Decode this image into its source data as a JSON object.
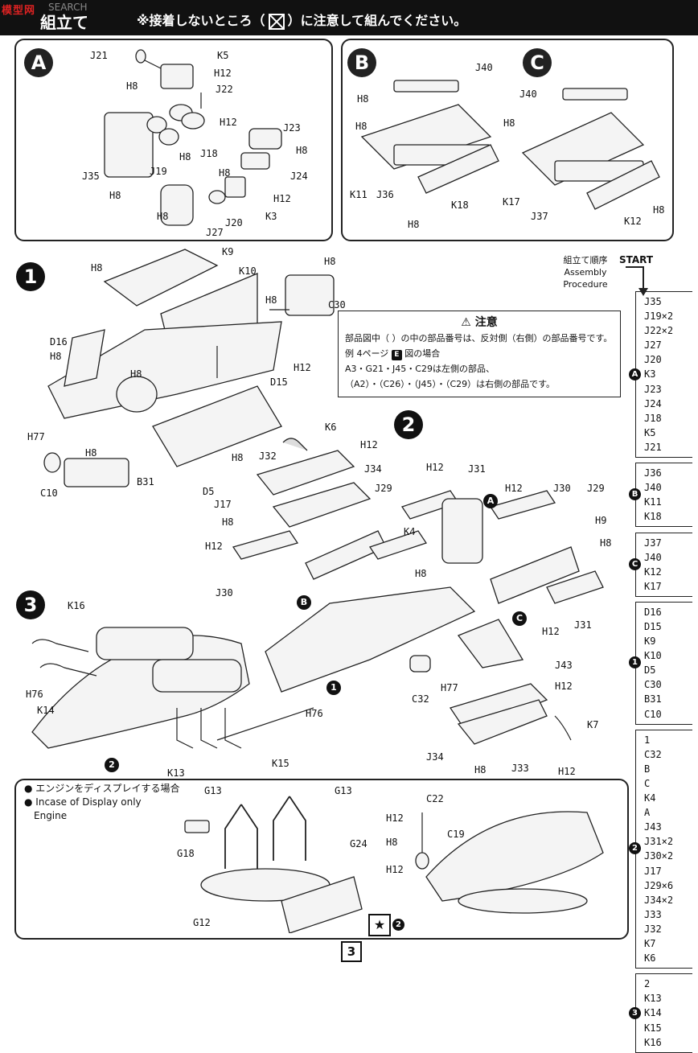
{
  "header": {
    "logo": "模型网",
    "logo_sub": "SEARCH",
    "title": "組立て",
    "note": "※接着しないところ（",
    "note_end": "）に注意して組んでください。"
  },
  "panels": {
    "A": {
      "letter": "A",
      "labels": [
        "J21",
        "K5",
        "H12",
        "H8",
        "J22",
        "H12",
        "J23",
        "H8",
        "J18",
        "H8",
        "J24",
        "J35",
        "J19",
        "H8",
        "H8",
        "K3",
        "H12",
        "J20",
        "J27",
        "H8"
      ]
    },
    "B": {
      "letter": "B",
      "labels": [
        "J40",
        "H8",
        "H8",
        "K11",
        "J36",
        "K18",
        "H8"
      ]
    },
    "C": {
      "letter": "C",
      "labels": [
        "J40",
        "H8",
        "K17",
        "J37",
        "K12",
        "H8"
      ]
    }
  },
  "step1": {
    "num": "1",
    "labels": [
      "K9",
      "H8",
      "K10",
      "H8",
      "H8",
      "C30",
      "H12",
      "D16",
      "H8",
      "H8",
      "D15",
      "H77",
      "H8",
      "C10",
      "B31",
      "D5",
      "H8"
    ]
  },
  "step2": {
    "num": "2",
    "labels": [
      "K6",
      "H12",
      "J32",
      "J34",
      "J31",
      "H12",
      "J29",
      "J30",
      "J29",
      "H8",
      "H9",
      "H8",
      "H12",
      "J17",
      "H12",
      "K4",
      "H8",
      "A",
      "J30",
      "B",
      "J31",
      "C",
      "H12",
      "J43",
      "1",
      "C32",
      "H77",
      "H12",
      "K7",
      "J34",
      "H8",
      "J33",
      "H12"
    ]
  },
  "step3": {
    "num": "3",
    "labels": [
      "K16",
      "K14",
      "H76",
      "H76",
      "K13",
      "K15",
      "2"
    ]
  },
  "caution": {
    "title": "注意",
    "line1": "部品図中（ ）の中の部品番号は、反対側（右側）の部品番号です。",
    "line2": "例 4ページ",
    "line2_tag": "E",
    "line2_end": "図の場合",
    "line3": "A3・G21・J45・C29は左側の部品、",
    "line4": "（A2）・（C26）・（J45）・（C29）は右側の部品です。"
  },
  "procedure": {
    "jp": "組立て順序",
    "en1": "Assembly",
    "en2": "Procedure",
    "start": "START",
    "groups": [
      {
        "tag": "A",
        "items": [
          "J35",
          "J19×2",
          "J22×2",
          "J27",
          "J20",
          "K3",
          "J23",
          "J24",
          "J18",
          "K5",
          "J21"
        ]
      },
      {
        "tag": "B",
        "items": [
          "J36",
          "J40",
          "K11",
          "K18"
        ]
      },
      {
        "tag": "C",
        "items": [
          "J37",
          "J40",
          "K12",
          "K17"
        ]
      },
      {
        "tag": "1",
        "items": [
          "D16",
          "D15",
          "K9",
          "K10",
          "D5",
          "C30",
          "B31",
          "C10"
        ]
      },
      {
        "tag": "2",
        "items": [
          "1",
          "C32",
          "B",
          "C",
          "K4",
          "A",
          "J43",
          "J31×2",
          "J30×2",
          "J17",
          "J29×6",
          "J34×2",
          "J33",
          "J32",
          "K7",
          "K6"
        ]
      },
      {
        "tag": "3",
        "items": [
          "2",
          "K13",
          "K14",
          "K15",
          "K16"
        ]
      }
    ]
  },
  "display": {
    "note1": "エンジンをディスプレイする場合",
    "note2": "Incase of Display only",
    "note3": "Engine",
    "labels": [
      "G13",
      "G13",
      "G18",
      "G24",
      "G12",
      "C22",
      "H12",
      "H8",
      "C19",
      "H12"
    ],
    "star_ref": "2"
  },
  "page_number": "3"
}
